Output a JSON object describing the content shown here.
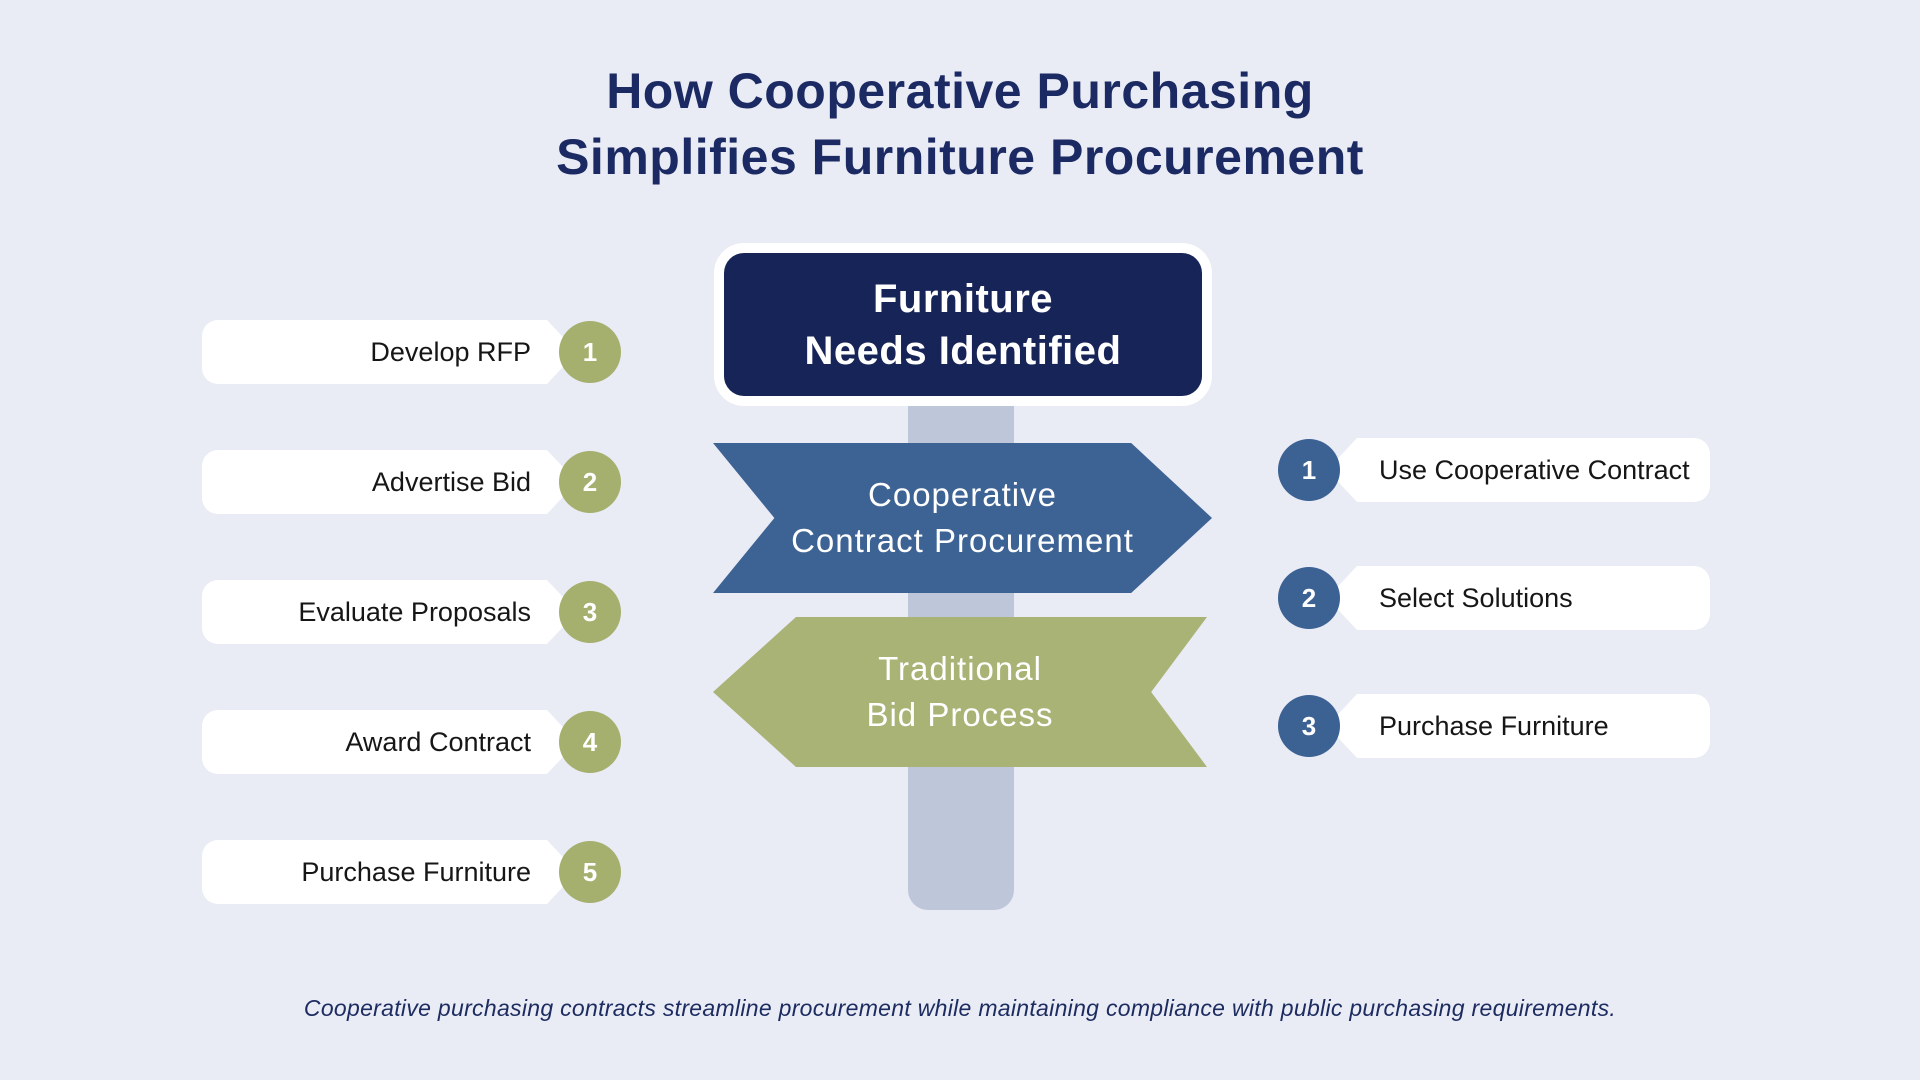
{
  "page": {
    "title_line1": "How Cooperative Purchasing",
    "title_line2": "Simplifies Furniture Procurement",
    "footnote": "Cooperative purchasing contracts streamline procurement while maintaining compliance with public purchasing requirements."
  },
  "signpost": {
    "header_line1": "Furniture",
    "header_line2": "Needs Identified",
    "cooperative_arrow_line1": "Cooperative",
    "cooperative_arrow_line2": "Contract Procurement",
    "traditional_arrow_line1": "Traditional",
    "traditional_arrow_line2": "Bid Process"
  },
  "traditional_steps": {
    "items": [
      {
        "number": "1",
        "label": "Develop RFP"
      },
      {
        "number": "2",
        "label": "Advertise Bid"
      },
      {
        "number": "3",
        "label": "Evaluate Proposals"
      },
      {
        "number": "4",
        "label": "Award Contract"
      },
      {
        "number": "5",
        "label": "Purchase Furniture"
      }
    ]
  },
  "cooperative_steps": {
    "items": [
      {
        "number": "1",
        "label": "Use Cooperative Contract"
      },
      {
        "number": "2",
        "label": "Select Solutions"
      },
      {
        "number": "3",
        "label": "Purchase Furniture"
      }
    ]
  },
  "colors": {
    "background": "#e9ebf5",
    "navy_sign": "#172457",
    "blue_arrow": "#3d6294",
    "green_arrow": "#a9b376",
    "green_badge": "#a5b06e",
    "blue_badge": "#3c6294",
    "post_gray": "#bec6d9",
    "title_text": "#1b2a63",
    "card_text": "#161616"
  }
}
